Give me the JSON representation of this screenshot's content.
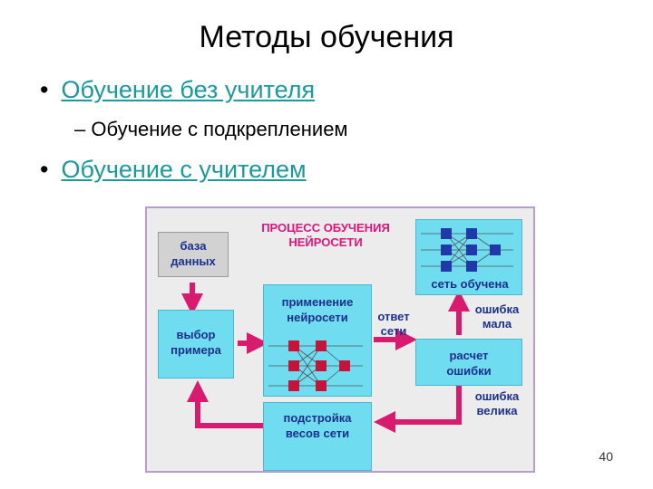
{
  "slide": {
    "title": "Методы обучения",
    "bullet1": "Обучение без учителя",
    "sub1": "– Обучение с подкреплением",
    "bullet2": "Обучение с учителем",
    "page_number": "40"
  },
  "diagram": {
    "heading": "ПРОЦЕСС ОБУЧЕНИЯ НЕЙРОСЕТИ",
    "nodes": {
      "database": "база данных",
      "select_example": "выбор примера",
      "apply_network": "применение нейросети",
      "network_trained": "сеть обучена",
      "compute_error": "расчет ошибки",
      "adjust_weights": "подстройка весов сети"
    },
    "labels": {
      "network_answer": "ответ сети",
      "error_small": "ошибка мала",
      "error_large": "ошибка велика"
    },
    "colors": {
      "box_fill": "#6fdcf0",
      "arrow": "#d81b6e",
      "neuron_trained": "#1f3aa8",
      "neuron_applied": "#c4143c"
    }
  }
}
